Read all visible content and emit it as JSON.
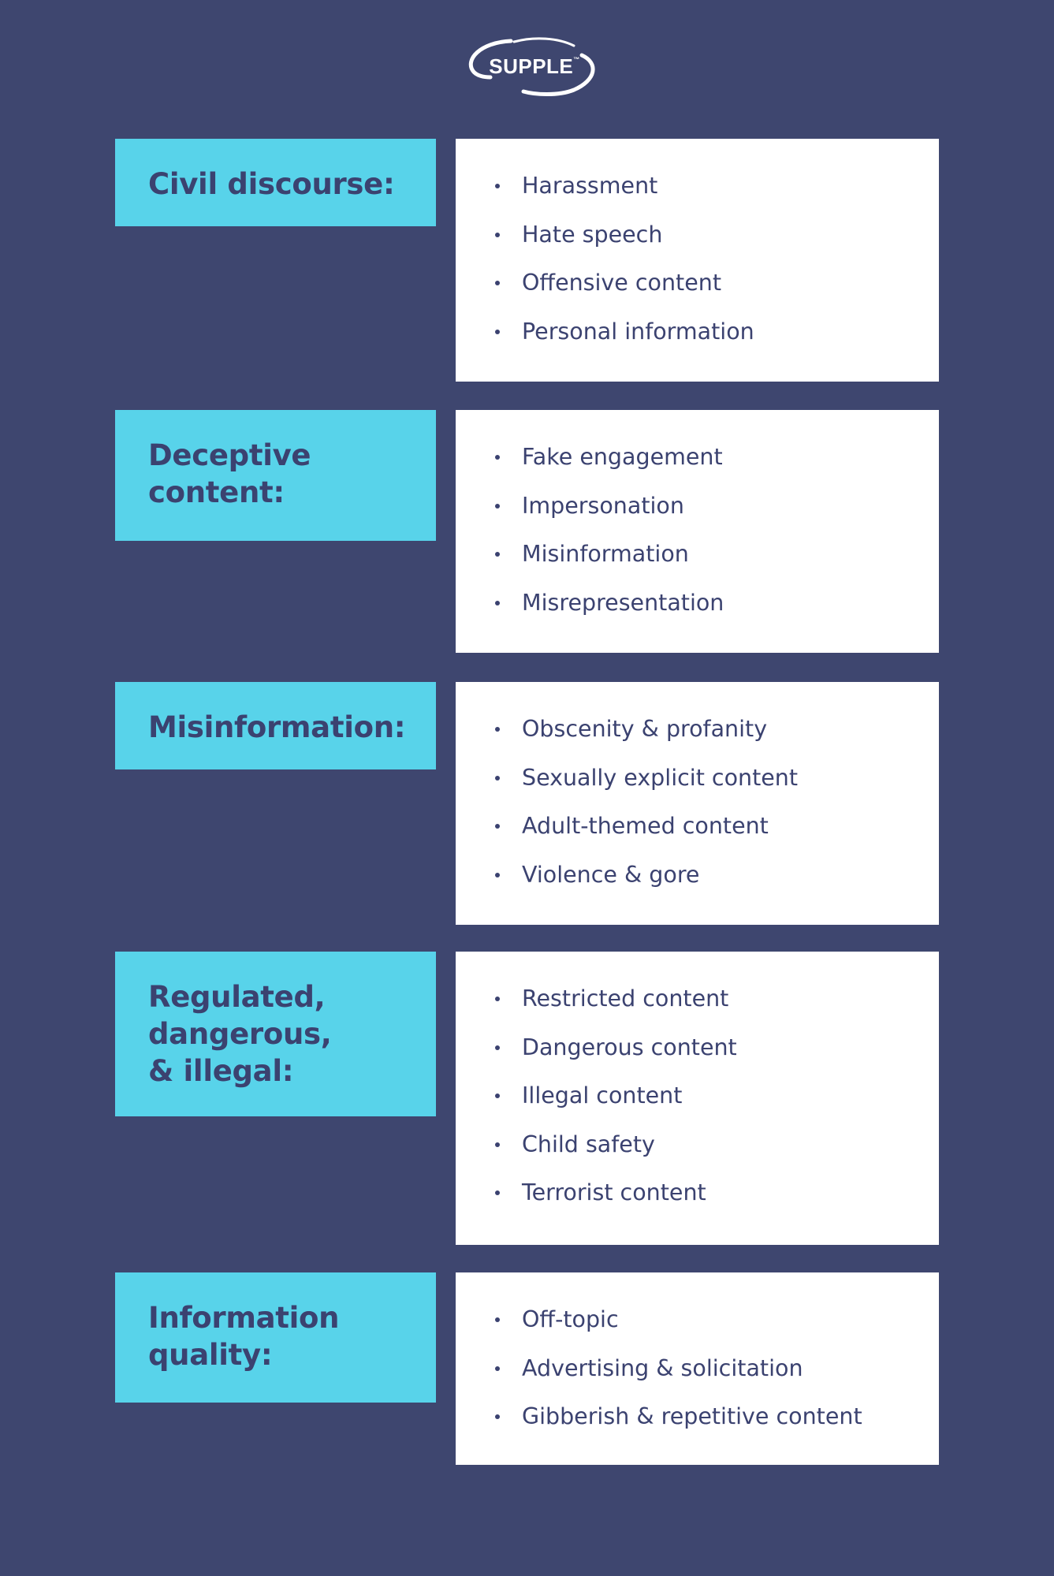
{
  "brand": {
    "logo_text": "SUPPLE",
    "trademark": "™"
  },
  "colors": {
    "background": "#3e466f",
    "label_box": "#58d3ea",
    "list_box": "#ffffff",
    "text_dark": "#3b4270"
  },
  "categories": [
    {
      "label": "Civil discourse:",
      "items": [
        "Harassment",
        "Hate speech",
        "Offensive content",
        "Personal information"
      ]
    },
    {
      "label": "Deceptive content:",
      "items": [
        "Fake engagement",
        "Impersonation",
        "Misinformation",
        "Misrepresentation"
      ]
    },
    {
      "label": "Misinformation:",
      "items": [
        "Obscenity & profanity",
        "Sexually explicit content",
        "Adult-themed content",
        "Violence & gore"
      ]
    },
    {
      "label": "Regulated, dangerous, & illegal:",
      "items": [
        "Restricted content",
        "Dangerous content",
        "Illegal content",
        "Child safety",
        "Terrorist content"
      ]
    },
    {
      "label": "Information quality:",
      "items": [
        "Off-topic",
        "Advertising & solicitation",
        "Gibberish & repetitive content"
      ]
    }
  ]
}
